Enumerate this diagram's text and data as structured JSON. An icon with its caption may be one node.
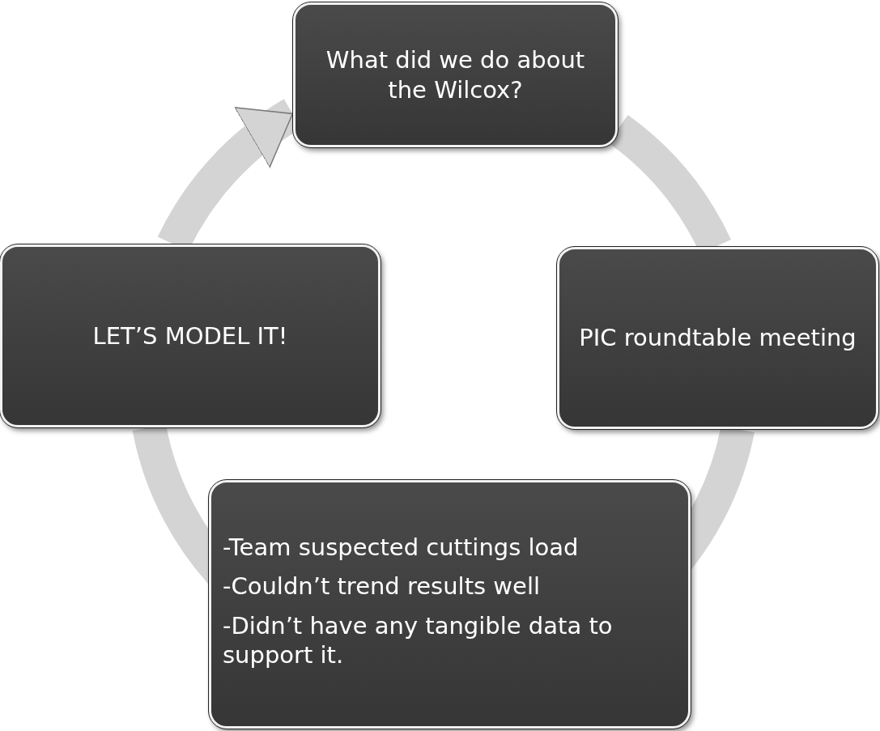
{
  "diagram": {
    "nodes": [
      {
        "text": [
          "What did we do about the Wilcox?"
        ]
      },
      {
        "text": [
          "PIC roundtable meeting"
        ]
      },
      {
        "text": [
          "-Team suspected cuttings load",
          "-Couldn’t trend results well",
          "-Didn’t have any tangible data to support it."
        ]
      },
      {
        "text": [
          "LET’S MODEL IT!"
        ]
      }
    ],
    "edges": [
      {
        "from": 0,
        "to": 1,
        "arrow": "none"
      },
      {
        "from": 1,
        "to": 2,
        "arrow": "none"
      },
      {
        "from": 2,
        "to": 3,
        "arrow": "none"
      },
      {
        "from": 3,
        "to": 0,
        "arrow": "to"
      }
    ]
  }
}
